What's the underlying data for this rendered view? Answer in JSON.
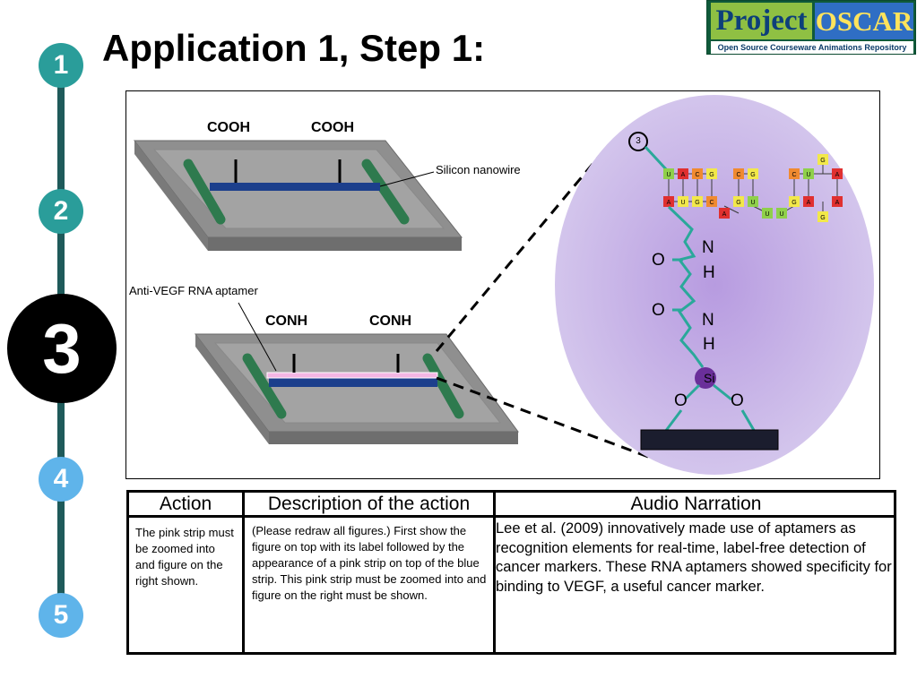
{
  "header": {
    "title": "Application 1, Step 1:"
  },
  "logo": {
    "word1": "Project",
    "word2": "OSCAR",
    "subtitle": "Open Source Courseware Animations Repository"
  },
  "steps": [
    "1",
    "2",
    "3",
    "4",
    "5"
  ],
  "active_step": "3",
  "colors": {
    "step_past": "#2a9d9a",
    "step_future": "#5fb4ea",
    "rail": "#1e5a5a",
    "nanowire": "#1c3f8c",
    "aptamer_strip": "#f4b6e4",
    "zoom_bg": "#c6b3e6",
    "linker": "#2aa89a",
    "si_atom": "#6a2f9a"
  },
  "figure": {
    "top_chip": {
      "labels": [
        "COOH",
        "COOH"
      ]
    },
    "bottom_chip": {
      "labels": [
        "CONH",
        "CONH"
      ]
    },
    "silicon_label": "Silicon nanowire",
    "aptamer_label": "Anti-VEGF RNA aptamer",
    "zoom": {
      "end_label": "3",
      "atoms": {
        "n1": "N",
        "h1": "H",
        "o1": "O",
        "n2": "N",
        "h2": "H",
        "o2": "O",
        "si": "Si",
        "o_left": "O",
        "o_right": "O"
      },
      "rna_bases": {
        "top": [
          "U",
          "A",
          "C",
          "G",
          "C",
          "G",
          "C",
          "U",
          "A",
          "G"
        ],
        "bottom": [
          "A",
          "U",
          "G",
          "C",
          "A",
          "G",
          "U",
          "U",
          "U",
          "G",
          "A",
          "A",
          "G"
        ]
      }
    }
  },
  "table": {
    "headers": [
      "Action",
      "Description of the action",
      "Audio Narration"
    ],
    "action_text": "The pink strip must be zoomed into and figure on the right shown.",
    "description_text": "(Please redraw all figures.) First show the figure on top with its label followed by the appearance of a pink strip on top of the blue strip. This pink strip must be zoomed into and figure on the right must be shown.",
    "narration_text": "Lee et al. (2009) innovatively made use of aptamers as recognition elements for real-time, label-free detection of cancer markers. These RNA aptamers showed specificity for binding to VEGF, a useful cancer marker."
  }
}
